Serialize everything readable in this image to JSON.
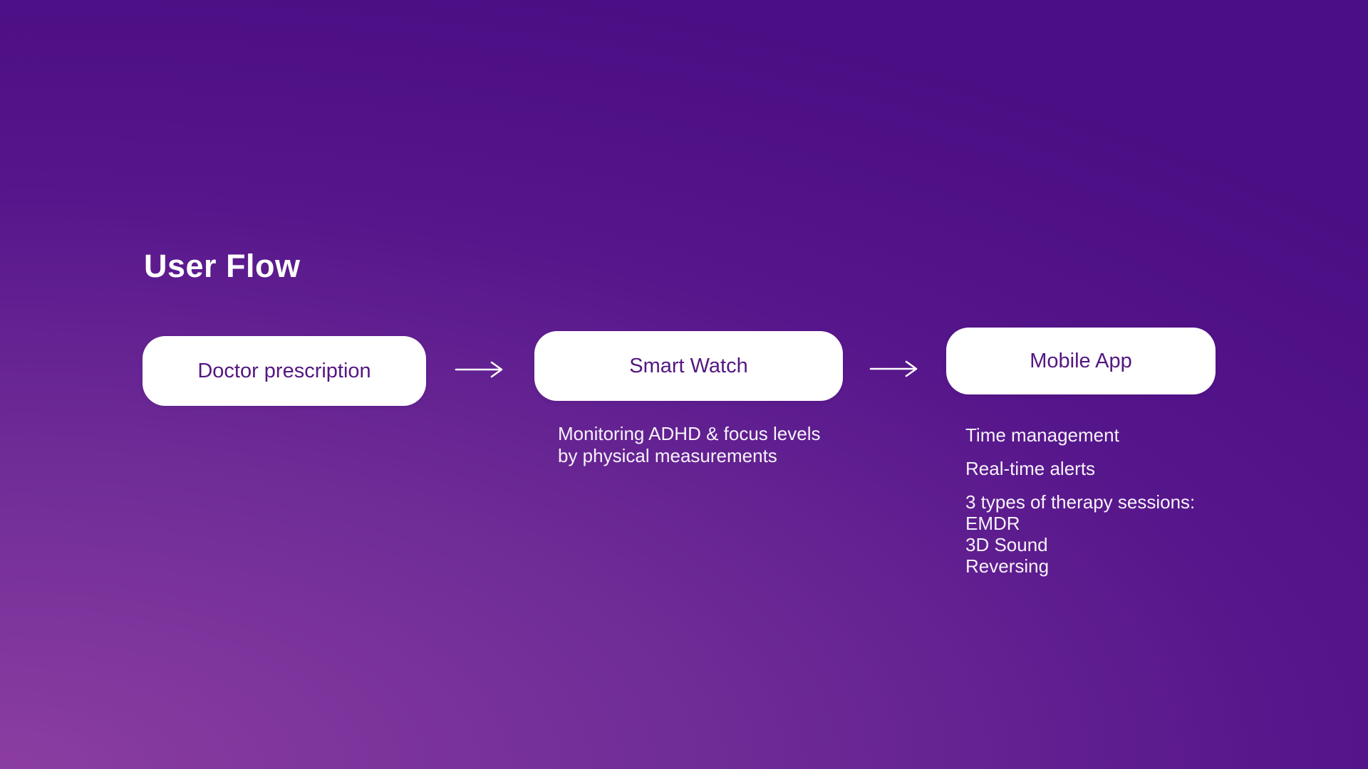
{
  "slide": {
    "title": "User Flow"
  },
  "flow": {
    "steps": [
      {
        "label": "Doctor prescription"
      },
      {
        "label": "Smart Watch",
        "description": "Monitoring ADHD & focus levels\nby physical measurements"
      },
      {
        "label": "Mobile App",
        "notes": [
          "Time management",
          "Real-time alerts",
          "3 types of therapy sessions:\nEMDR\n3D Sound\nReversing"
        ]
      }
    ]
  },
  "icons": {
    "flow_arrow": "right-arrow"
  },
  "colors": {
    "background_top": "#4c0e84",
    "background_bottom_left": "#8b3da1",
    "card_background": "#ffffff",
    "card_text": "#541781",
    "text_on_background": "#ffffff"
  }
}
